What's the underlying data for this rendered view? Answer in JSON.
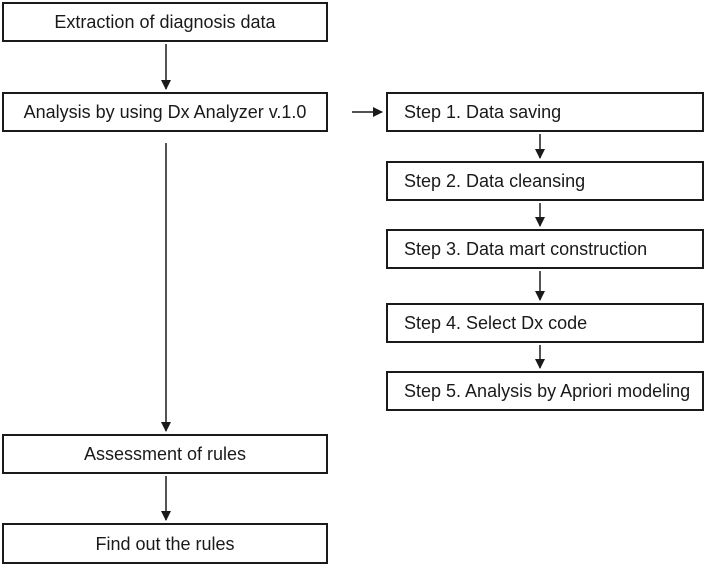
{
  "main_flow": {
    "extraction": "Extraction of diagnosis data",
    "analysis": "Analysis by using Dx Analyzer v.1.0",
    "assessment": "Assessment of rules",
    "find_rules": "Find out the rules"
  },
  "steps": [
    "Step 1. Data saving",
    "Step 2. Data cleansing",
    "Step 3. Data mart construction",
    "Step 4. Select Dx code",
    "Step 5. Analysis by Apriori modeling"
  ]
}
